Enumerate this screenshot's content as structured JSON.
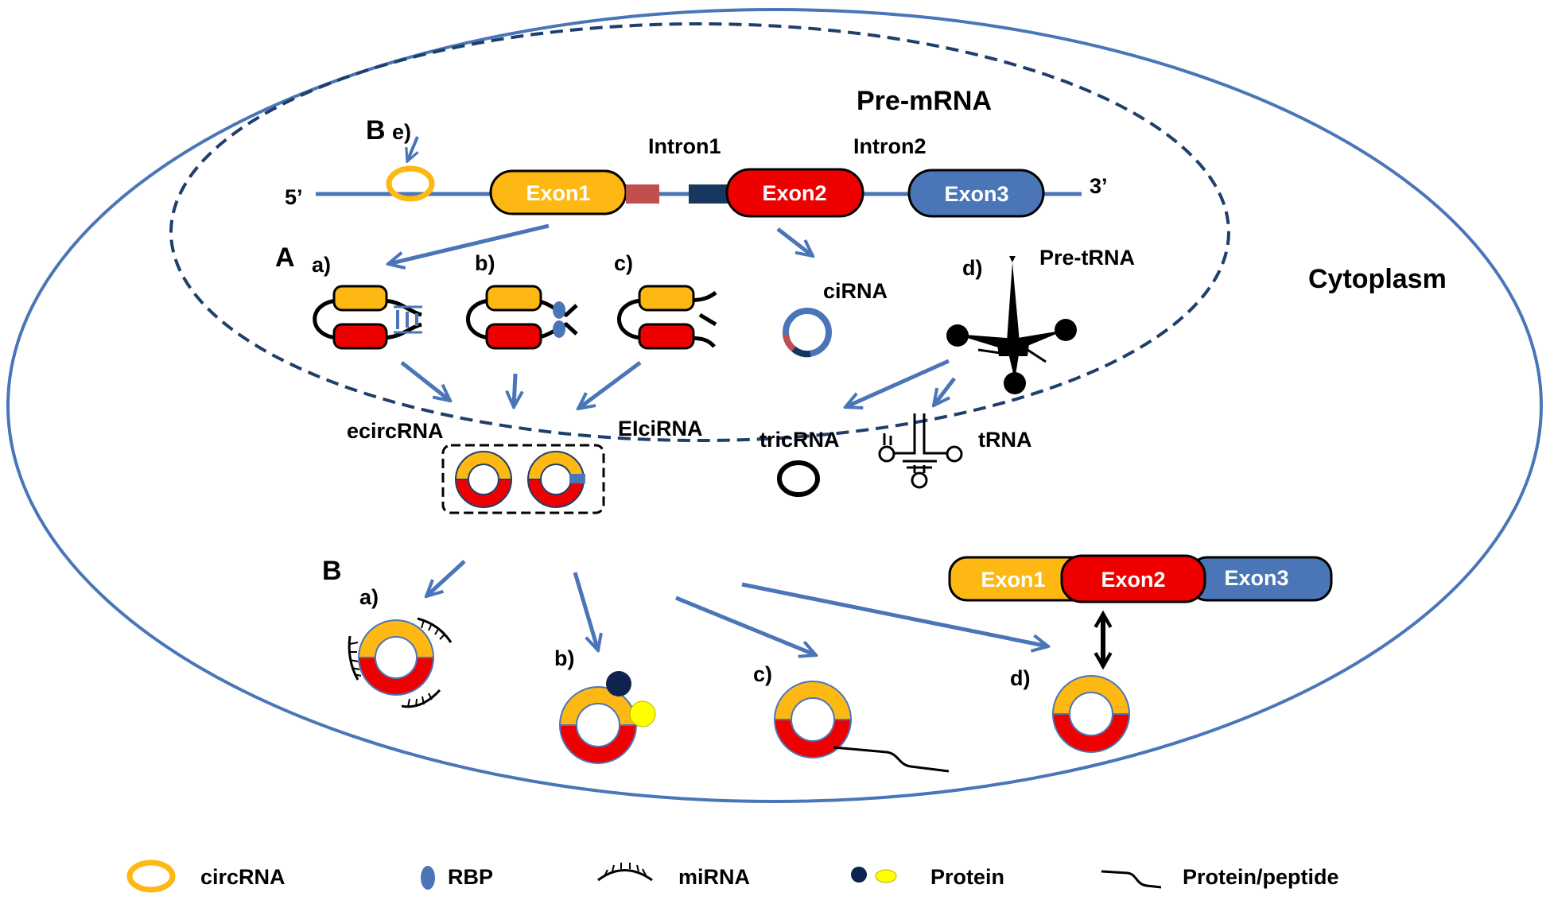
{
  "colors": {
    "exon_yellow": "#fdb813",
    "exon_red": "#ef0000",
    "exon_blue": "#4a76b8",
    "arrow_blue": "#4a76b8",
    "cell_outline": "#4a76b8",
    "nucleus_outline": "#1f3f6b",
    "intron_red": "#c0504d",
    "intron_navy": "#17375e",
    "protein_navy": "#0f2350",
    "protein_yellow": "#ffff00"
  },
  "labels": {
    "pre_mrna": "Pre-mRNA",
    "cytoplasm": "Cytoplasm",
    "five_prime": "5’",
    "three_prime": "3’",
    "intron1": "Intron1",
    "intron2": "Intron2",
    "exon1": "Exon1",
    "exon2": "Exon2",
    "exon3": "Exon3",
    "section_a": "A",
    "section_b": "B",
    "section_be_b": "B",
    "section_be_e": "e)",
    "a_a": "a)",
    "a_b": "b)",
    "a_c": "c)",
    "a_d": "d)",
    "cirna": "ciRNA",
    "pre_trna": "Pre-tRNA",
    "ecircrna": "ecircRNA",
    "elcirna": "EIciRNA",
    "tricrna": "tricRNA",
    "trna": "tRNA",
    "b_a": "a)",
    "b_b": "b)",
    "b_c": "c)",
    "b_d": "d)"
  },
  "legend": [
    {
      "icon": "circrna-icon",
      "label": "circRNA"
    },
    {
      "icon": "rbp-icon",
      "label": "RBP"
    },
    {
      "icon": "mirna-icon",
      "label": "miRNA"
    },
    {
      "icon": "protein-icon",
      "label": "Protein"
    },
    {
      "icon": "peptide-icon",
      "label": "Protein/peptide"
    }
  ]
}
